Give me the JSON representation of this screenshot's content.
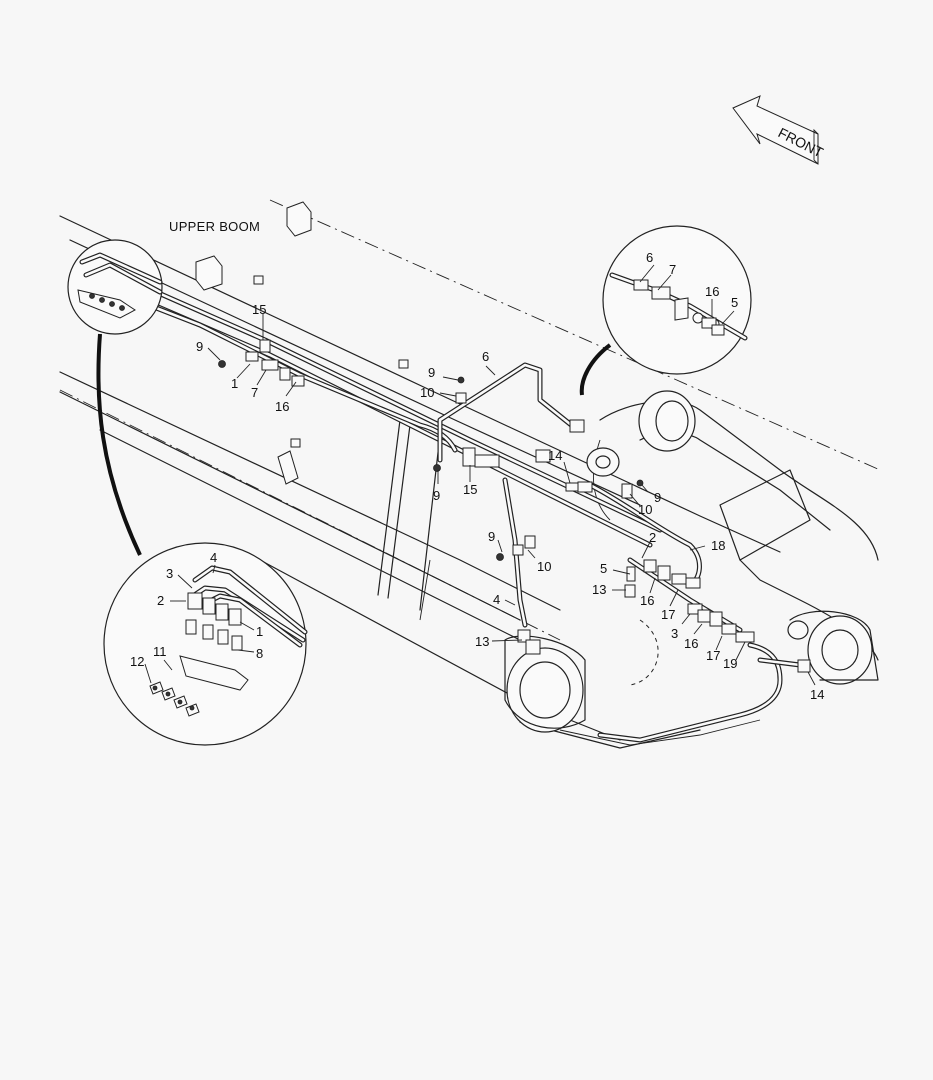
{
  "diagram": {
    "section_title": "UPPER BOOM",
    "direction_label": "FRONT",
    "callouts": [
      {
        "id": "c15a",
        "text": "15"
      },
      {
        "id": "c9a",
        "text": "9"
      },
      {
        "id": "c1a",
        "text": "1"
      },
      {
        "id": "c7a",
        "text": "7"
      },
      {
        "id": "c16a",
        "text": "16"
      },
      {
        "id": "c9b",
        "text": "9"
      },
      {
        "id": "c6a",
        "text": "6"
      },
      {
        "id": "c10a",
        "text": "10"
      },
      {
        "id": "c9c",
        "text": "9"
      },
      {
        "id": "c15b",
        "text": "15"
      },
      {
        "id": "c14a",
        "text": "14"
      },
      {
        "id": "c9d",
        "text": "9"
      },
      {
        "id": "c10b",
        "text": "10"
      },
      {
        "id": "c9e",
        "text": "9"
      },
      {
        "id": "c10c",
        "text": "10"
      },
      {
        "id": "c2a",
        "text": "2"
      },
      {
        "id": "c18",
        "text": "18"
      },
      {
        "id": "c5a",
        "text": "5"
      },
      {
        "id": "c13a",
        "text": "13"
      },
      {
        "id": "c16b",
        "text": "16"
      },
      {
        "id": "c17a",
        "text": "17"
      },
      {
        "id": "c4a",
        "text": "4"
      },
      {
        "id": "c3a",
        "text": "3"
      },
      {
        "id": "c16c",
        "text": "16"
      },
      {
        "id": "c13b",
        "text": "13"
      },
      {
        "id": "c17b",
        "text": "17"
      },
      {
        "id": "c19",
        "text": "19"
      },
      {
        "id": "c14b",
        "text": "14"
      },
      {
        "id": "d6",
        "text": "6"
      },
      {
        "id": "d7",
        "text": "7"
      },
      {
        "id": "d16",
        "text": "16"
      },
      {
        "id": "d5",
        "text": "5"
      },
      {
        "id": "e4",
        "text": "4"
      },
      {
        "id": "e3",
        "text": "3"
      },
      {
        "id": "e2",
        "text": "2"
      },
      {
        "id": "e1",
        "text": "1"
      },
      {
        "id": "e8",
        "text": "8"
      },
      {
        "id": "e11",
        "text": "11"
      },
      {
        "id": "e12",
        "text": "12"
      }
    ]
  }
}
